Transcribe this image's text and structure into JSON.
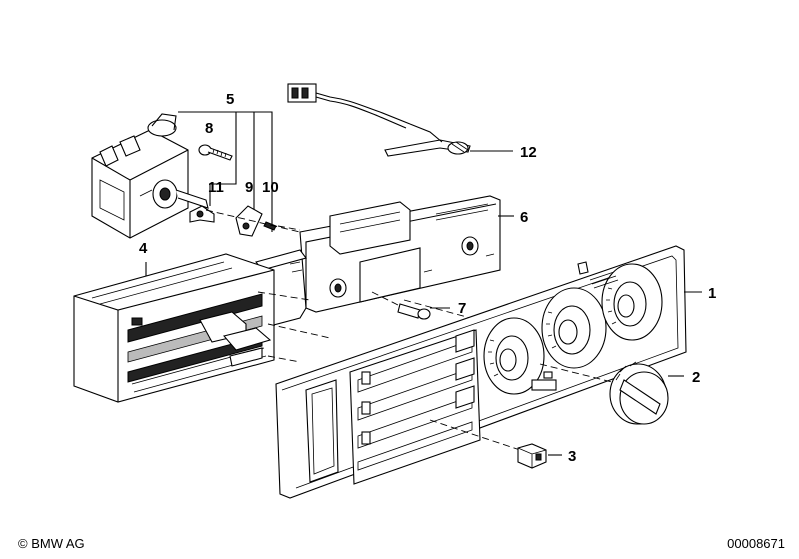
{
  "callouts": {
    "c1": "1",
    "c2": "2",
    "c3": "3",
    "c4": "4",
    "c5": "5",
    "c6": "6",
    "c7": "7",
    "c8": "8",
    "c9": "9",
    "c10": "10",
    "c11": "11",
    "c12": "12"
  },
  "footer": {
    "copyright": "© BMW AG",
    "doc_number": "00008671"
  }
}
